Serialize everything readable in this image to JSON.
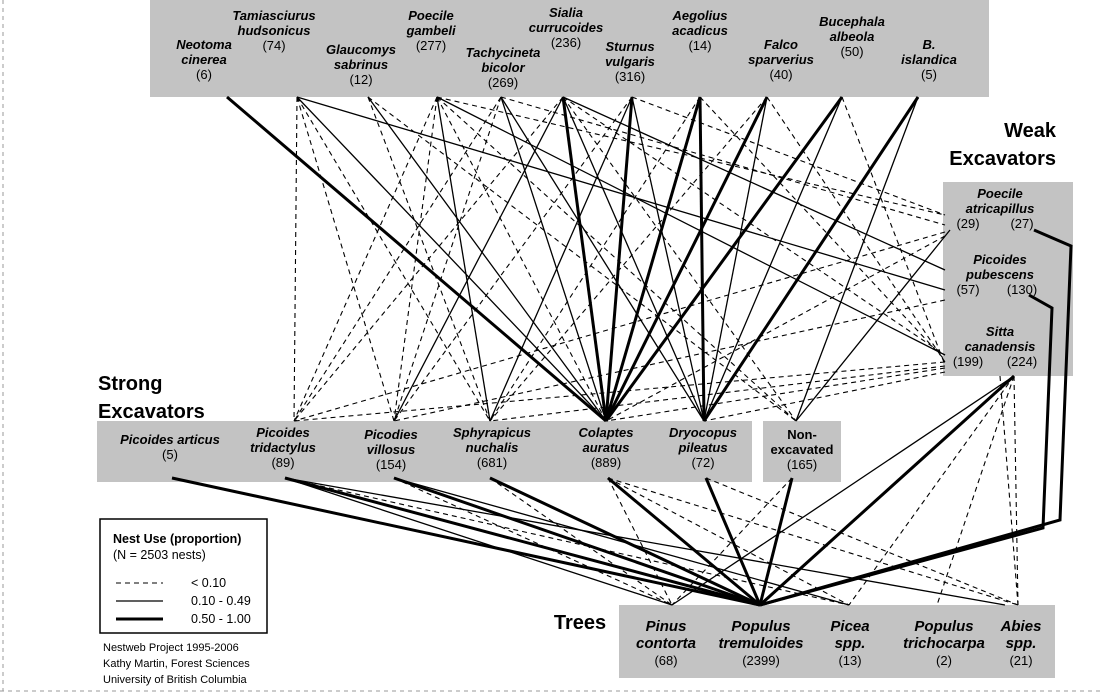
{
  "cavity_birds": [
    {
      "id": "neotoma",
      "name": [
        "Neotoma",
        "cinerea"
      ],
      "count": "(6)"
    },
    {
      "id": "tamiasciurus",
      "name": [
        "Tamiasciurus",
        "hudsonicus"
      ],
      "count": "(74)"
    },
    {
      "id": "glaucomys",
      "name": [
        "Glaucomys",
        "sabrinus"
      ],
      "count": "(12)"
    },
    {
      "id": "poecile_gambeli",
      "name": [
        "Poecile",
        "gambeli"
      ],
      "count": "(277)"
    },
    {
      "id": "tachycineta",
      "name": [
        "Tachycineta",
        "bicolor"
      ],
      "count": "(269)"
    },
    {
      "id": "sialia",
      "name": [
        "Sialia",
        "currucoides"
      ],
      "count": "(236)"
    },
    {
      "id": "sturnus",
      "name": [
        "Sturnus",
        "vulgaris"
      ],
      "count": "(316)"
    },
    {
      "id": "aegolius",
      "name": [
        "Aegolius",
        "acadicus"
      ],
      "count": "(14)"
    },
    {
      "id": "falco",
      "name": [
        "Falco",
        "sparverius"
      ],
      "count": "(40)"
    },
    {
      "id": "bucephala",
      "name": [
        "Bucephala",
        "albeola"
      ],
      "count": "(50)"
    },
    {
      "id": "b_islandica",
      "name": [
        "B.",
        "islandica"
      ],
      "count": "(5)"
    }
  ],
  "weak_excavators": {
    "heading": [
      "Weak",
      "Excavators"
    ],
    "species": [
      {
        "id": "poecile_atri",
        "name": [
          "Poecile",
          "atricapillus"
        ],
        "counts": [
          "(29)",
          "(27)"
        ]
      },
      {
        "id": "picoides_pub",
        "name": [
          "Picoides",
          "pubescens"
        ],
        "counts": [
          "(57)",
          "(130)"
        ]
      },
      {
        "id": "sitta",
        "name": [
          "Sitta",
          "canadensis"
        ],
        "counts": [
          "(199)",
          "(224)"
        ]
      }
    ]
  },
  "strong_excavators": {
    "heading": [
      "Strong",
      "Excavators"
    ],
    "species": [
      {
        "id": "picoides_art",
        "name": [
          "Picoides articus"
        ],
        "count": "(5)"
      },
      {
        "id": "picoides_tri",
        "name": [
          "Picoides",
          "tridactylus"
        ],
        "count": "(89)"
      },
      {
        "id": "picoides_vil",
        "name": [
          "Picodies",
          "villosus"
        ],
        "count": "(154)"
      },
      {
        "id": "sphyrapicus",
        "name": [
          "Sphyrapicus",
          "nuchalis"
        ],
        "count": "(681)"
      },
      {
        "id": "colaptes",
        "name": [
          "Colaptes",
          "auratus"
        ],
        "count": "(889)"
      },
      {
        "id": "dryocopus",
        "name": [
          "Dryocopus",
          "pileatus"
        ],
        "count": "(72)"
      }
    ],
    "non_excavated": {
      "name": [
        "Non-",
        "excavated"
      ],
      "count": "(165)"
    }
  },
  "trees": {
    "heading": "Trees",
    "species": [
      {
        "id": "pinus",
        "name": [
          "Pinus",
          "contorta"
        ],
        "count": "(68)"
      },
      {
        "id": "populus_trem",
        "name": [
          "Populus",
          "tremuloides"
        ],
        "count": "(2399)"
      },
      {
        "id": "picea",
        "name": [
          "Picea",
          "spp."
        ],
        "count": "(13)"
      },
      {
        "id": "populus_tri",
        "name": [
          "Populus",
          "trichocarpa"
        ],
        "count": "(2)"
      },
      {
        "id": "abies",
        "name": [
          "Abies",
          "spp."
        ],
        "count": "(21)"
      }
    ]
  },
  "legend": {
    "title": "Nest Use (proportion)",
    "subtitle": "(N = 2503 nests)",
    "items": [
      {
        "style": "dashed",
        "label": "< 0.10"
      },
      {
        "style": "thin",
        "label": "0.10 - 0.49"
      },
      {
        "style": "thick",
        "label": "0.50 - 1.00"
      }
    ]
  },
  "credits": [
    "Nestweb Project 1995-2006",
    "Kathy Martin, Forest Sciences",
    "University of British Columbia"
  ],
  "colors": {
    "box_fill": "#c3c3c3",
    "line": "#000000",
    "page_border": "#999999"
  }
}
